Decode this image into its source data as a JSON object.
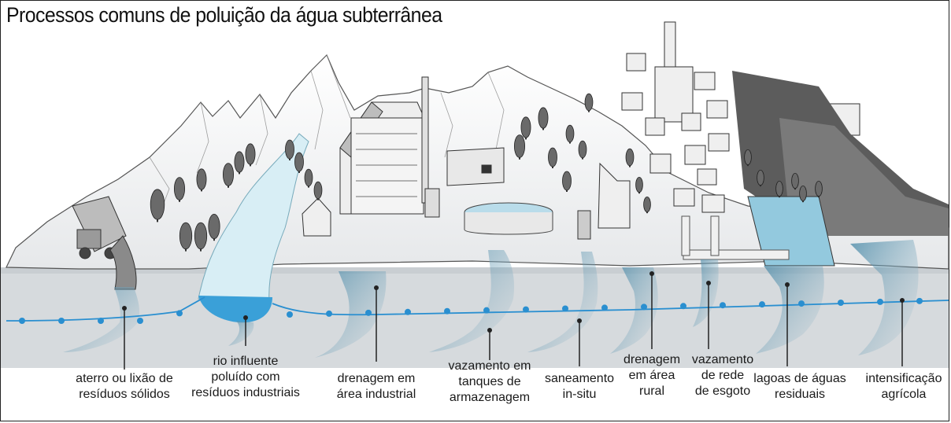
{
  "title": "Processos comuns de poluição da água subterrânea",
  "colors": {
    "ground": "#d8dcde",
    "mountain": "#f2f2f2",
    "plume": "#4a8aa8",
    "water": "#3aa0d8",
    "watertable": "#2a8fd0",
    "pond": "#93c9de"
  },
  "labels": [
    {
      "id": "aterro",
      "lines": [
        "aterro ou lixão de",
        "resíduos sólidos"
      ]
    },
    {
      "id": "rio",
      "lines": [
        "rio influente",
        "poluído com",
        "resíduos industriais"
      ]
    },
    {
      "id": "drenagem-industrial",
      "lines": [
        "drenagem em",
        "área industrial"
      ]
    },
    {
      "id": "vazamento-tanques",
      "lines": [
        "vazamento em",
        "tanques de",
        "armazenagem"
      ]
    },
    {
      "id": "saneamento",
      "lines": [
        "saneamento",
        "in-situ"
      ]
    },
    {
      "id": "drenagem-rural",
      "lines": [
        "drenagem",
        "em área",
        "rural"
      ]
    },
    {
      "id": "vazamento-esgoto",
      "lines": [
        "vazamento",
        "de rede",
        "de esgoto"
      ]
    },
    {
      "id": "lagoas",
      "lines": [
        "lagoas de águas",
        "residuais"
      ]
    },
    {
      "id": "agricola",
      "lines": [
        "intensificação",
        "agrícola"
      ]
    }
  ]
}
